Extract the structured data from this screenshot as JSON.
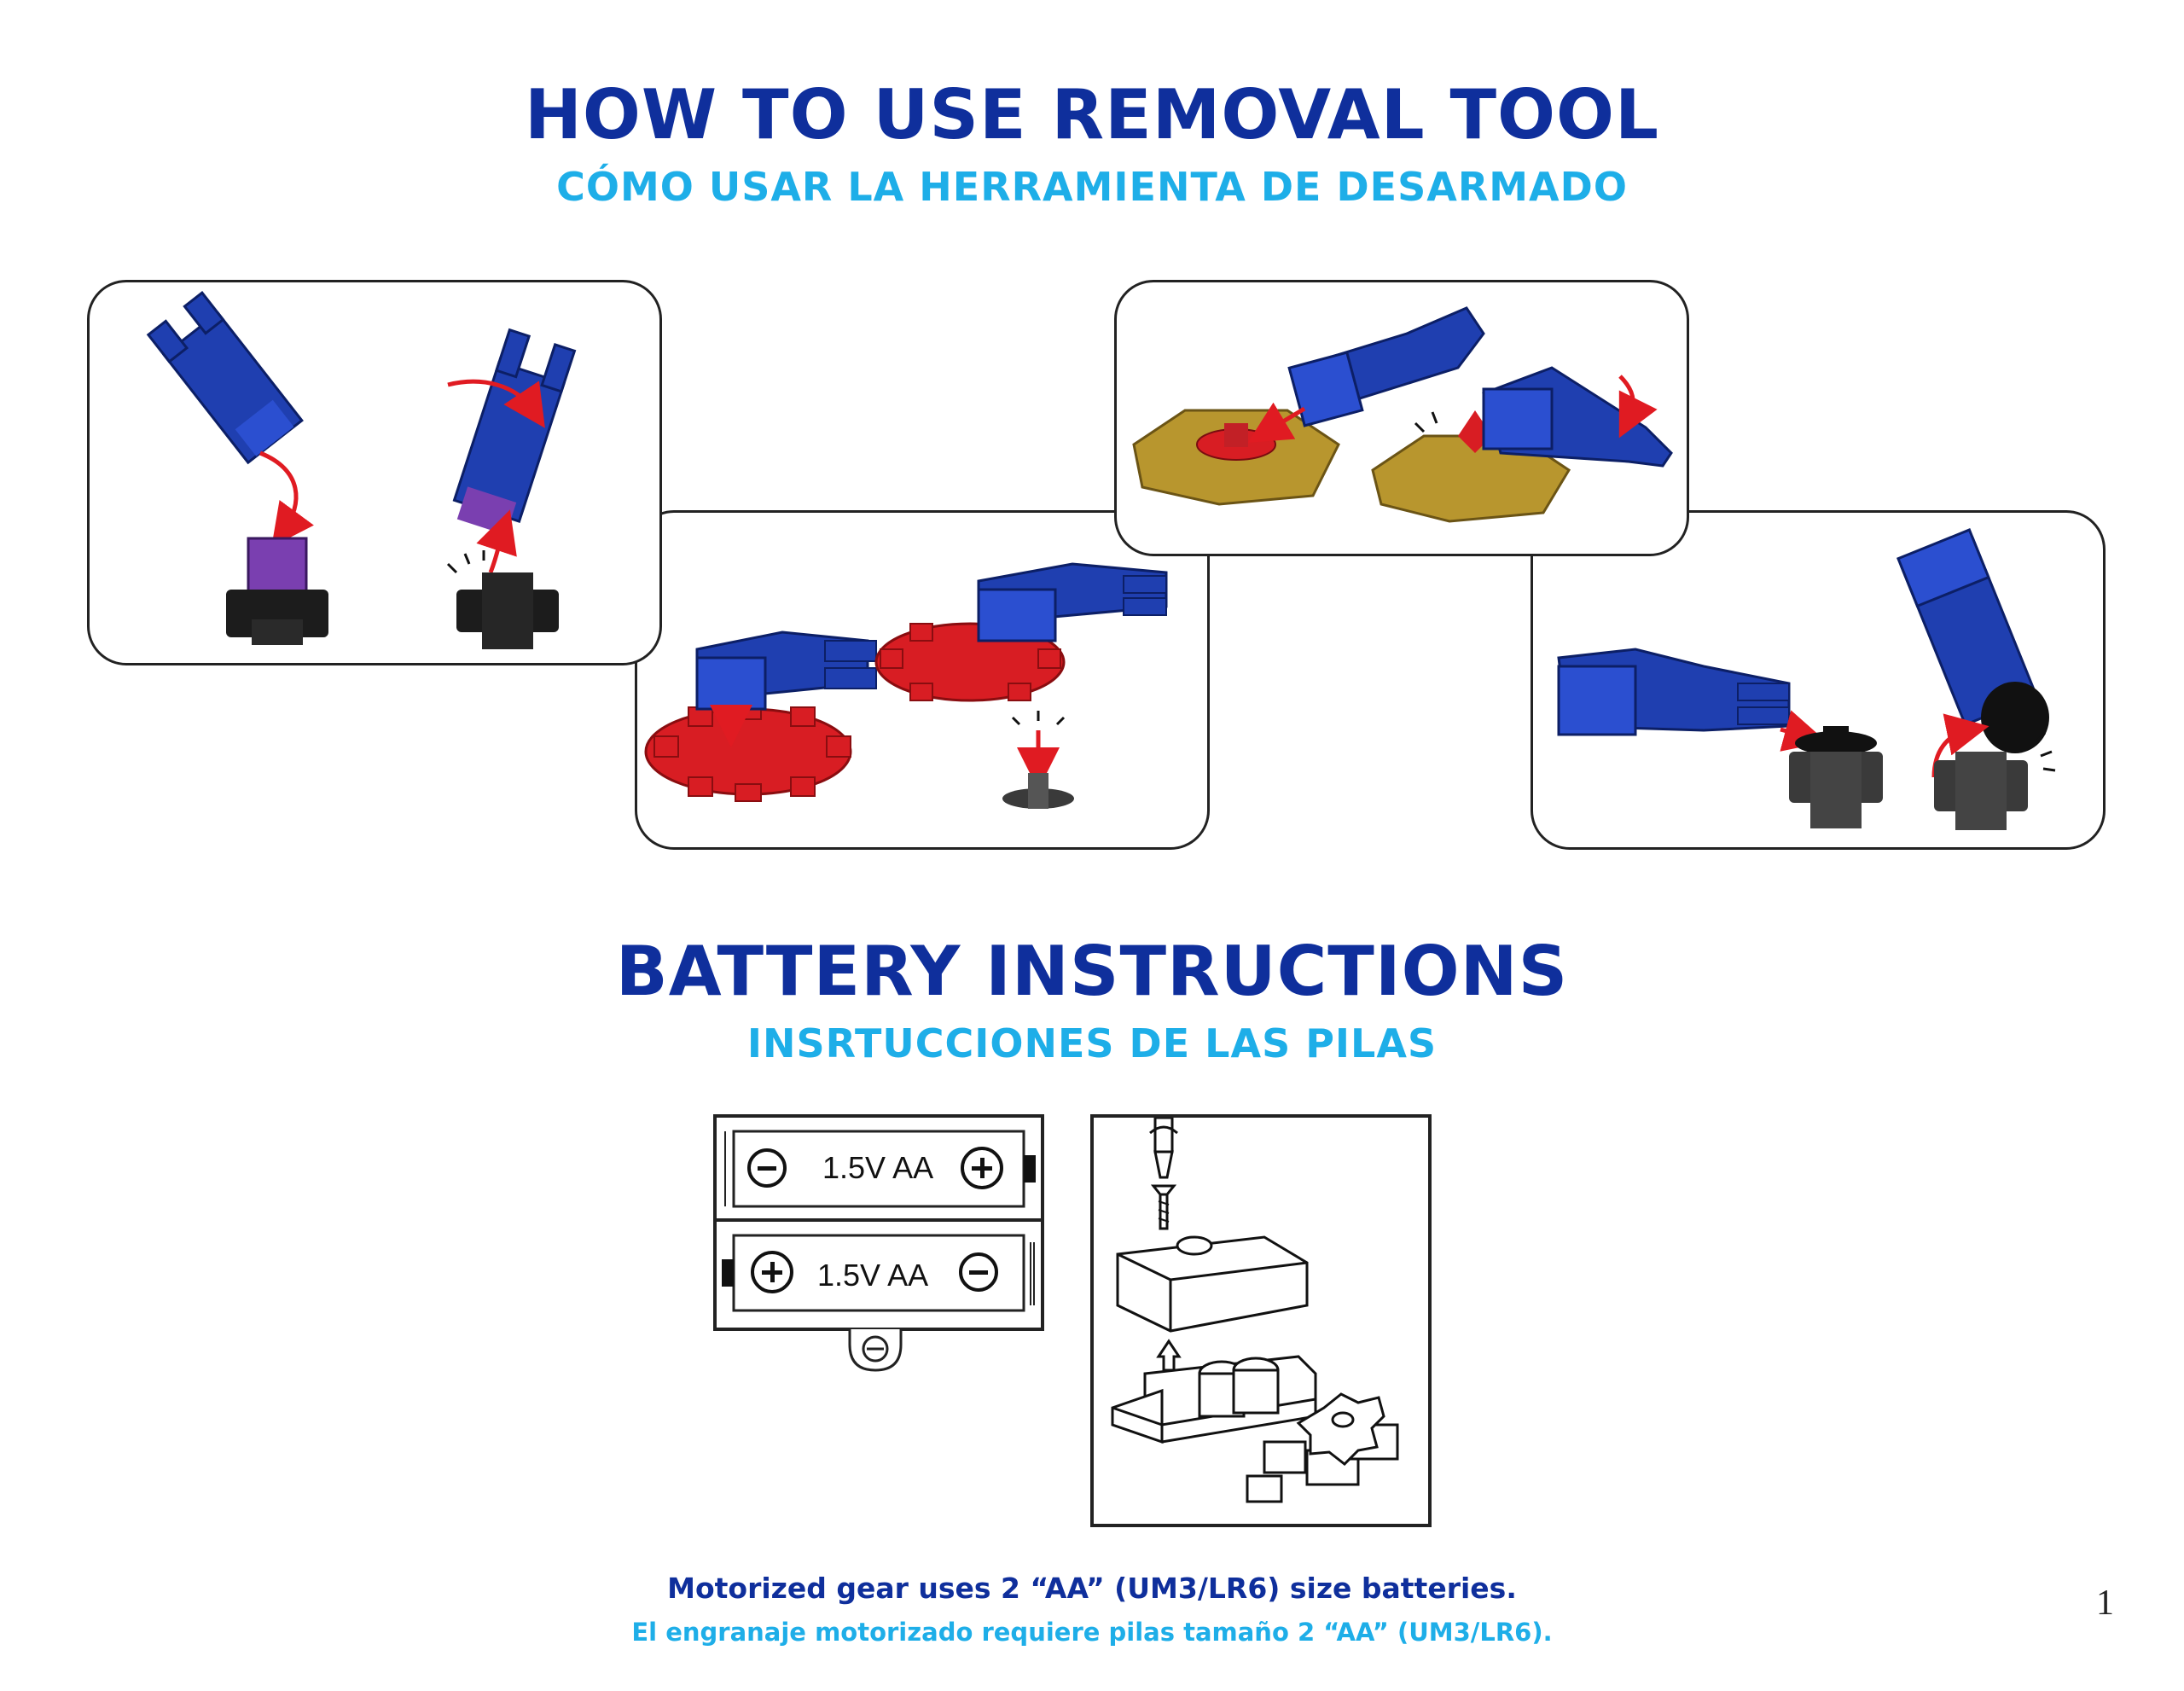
{
  "removal_tool": {
    "title": "HOW TO USE REMOVAL TOOL",
    "subtitle": "CÓMO USAR LA HERRAMIENTA DE DESARMADO"
  },
  "battery": {
    "title": "BATTERY INSTRUCTIONS",
    "subtitle": "INSRTUCCIONES DE LAS PILAS",
    "cell_top_label": "1.5V  AA",
    "cell_bottom_label": "1.5V  AA"
  },
  "footer": {
    "english": "Motorized gear uses 2 “AA” (UM3/LR6) size batteries.",
    "spanish": "El engranaje motorizado requiere pilas tamaño 2 “AA” (UM3/LR6)."
  },
  "page_number": "1",
  "colors": {
    "title_blue": "#0f2f9c",
    "subtitle_cyan": "#1eaee8",
    "tool_blue": "#1f3fb0",
    "arrow_red": "#e01b22",
    "gear_red": "#d81d23",
    "gold": "#b8962e",
    "purple": "#7a3fb0"
  }
}
